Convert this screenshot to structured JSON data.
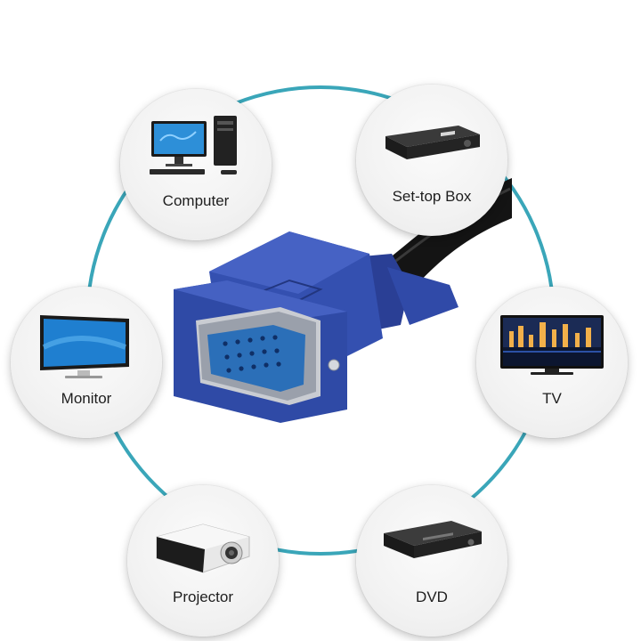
{
  "devices": {
    "computer": {
      "label": "Computer",
      "icon": "computer-icon"
    },
    "settop": {
      "label": "Set-top Box",
      "icon": "settop-box-icon"
    },
    "monitor": {
      "label": "Monitor",
      "icon": "monitor-icon"
    },
    "tv": {
      "label": "TV",
      "icon": "tv-icon"
    },
    "projector": {
      "label": "Projector",
      "icon": "projector-icon"
    },
    "dvd": {
      "label": "DVD",
      "icon": "dvd-player-icon"
    }
  },
  "colors": {
    "ring": "#3aa6b9",
    "connector_blue": "#2f4aa6",
    "cable": "#141414"
  }
}
